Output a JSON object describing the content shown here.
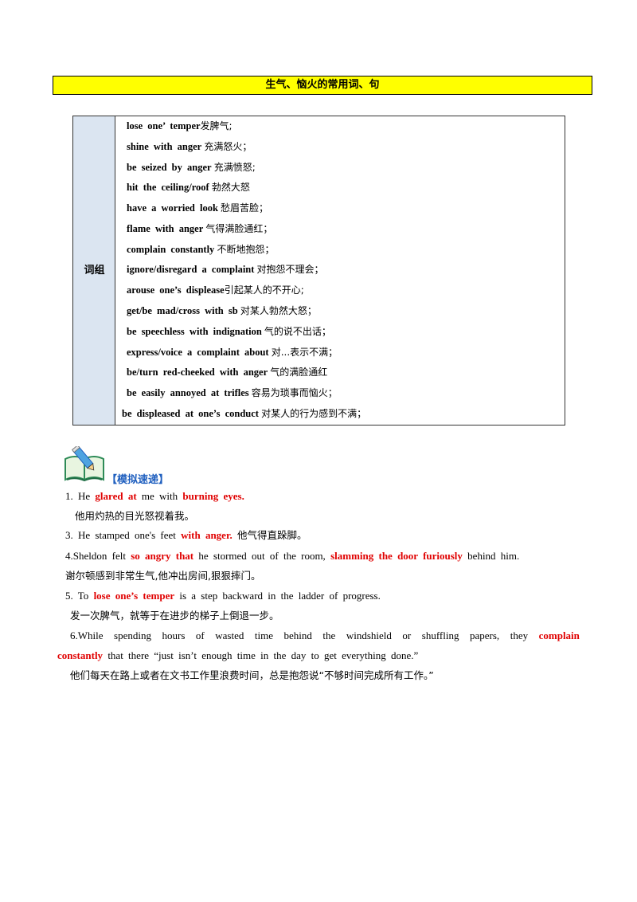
{
  "title": "生气、恼火的常用词、句",
  "table": {
    "label": "词组",
    "phrases": [
      {
        "en": "lose one’ temper",
        "zh": "发脾气;"
      },
      {
        "en": "shine with anger",
        "zh": "充满怒火；"
      },
      {
        "en": "be seized by anger",
        "zh": "充满愤怒;"
      },
      {
        "en": "hit the ceiling/roof",
        "zh": "勃然大怒"
      },
      {
        "en": "have a worried look",
        "zh": "愁眉苦脸；"
      },
      {
        "en": "flame with anger",
        "zh": "气得满脸通红；"
      },
      {
        "en": "complain constantly",
        "zh": "不断地抱怨；"
      },
      {
        "en": "ignore/disregard a complaint",
        "zh": "对抱怨不理会；"
      },
      {
        "en": "arouse one’s displease",
        "zh": "引起某人的不开心;"
      },
      {
        "en": "get/be mad/cross with sb",
        "zh": "对某人勃然大怒；"
      },
      {
        "en": "be speechless with indignation",
        "zh": "气的说不出话；"
      },
      {
        "en": "express/voice a complaint about",
        "zh": "对...表示不满；"
      },
      {
        "en": "be/turn red-cheeked with anger",
        "zh": "气的满脸通红"
      },
      {
        "en": "be easily annoyed at trifles",
        "zh": "容易为琐事而恼火；"
      },
      {
        "en": "be displeased at one’s conduct",
        "zh": "对某人的行为感到不满；"
      }
    ]
  },
  "section": {
    "title": "【模拟速递】",
    "icon": "book-pencil-icon"
  },
  "sentences": {
    "s1": {
      "a": "1. He ",
      "r1": "glared at",
      "b": " me with ",
      "r2": "burning eyes",
      "c": ".",
      "zh": "他用灼热的目光怒视着我。"
    },
    "s3": {
      "a": "3. He stamped one's feet ",
      "r1": "with anger.",
      "zh": "他气得直跺脚。"
    },
    "s4": {
      "a": "4.Sheldon felt ",
      "r1": "so angry that",
      "b": " he stormed out of the room, ",
      "r2": "slamming the door furiously",
      "c": " behind him.",
      "zh": "谢尔顿感到非常生气,他冲出房间,狠狠摔门。"
    },
    "s5": {
      "a": "5. To ",
      "r1": "lose one’s temper",
      "b": " is a step backward in the ladder of progress.",
      "zh": "发一次脾气，就等于在进步的梯子上倒退一步。"
    },
    "s6": {
      "line1_words": [
        "6.While",
        "spending",
        "hours",
        "of",
        "wasted",
        "time",
        "behind",
        "the",
        "windshield",
        "or",
        "shuffling",
        "papers,",
        "they"
      ],
      "r1": "complain",
      "r2": "constantly",
      "b": " that there “just isn’t enough time in the day to get everything done.”",
      "zh": "他们每天在路上或者在文书工作里浪费时间，总是抱怨说“不够时间完成所有工作。”"
    }
  },
  "colors": {
    "highlight": "#ffff00",
    "label_bg": "#dbe5f1",
    "keyword": "#e00000",
    "section_title": "#1f5fbf"
  }
}
